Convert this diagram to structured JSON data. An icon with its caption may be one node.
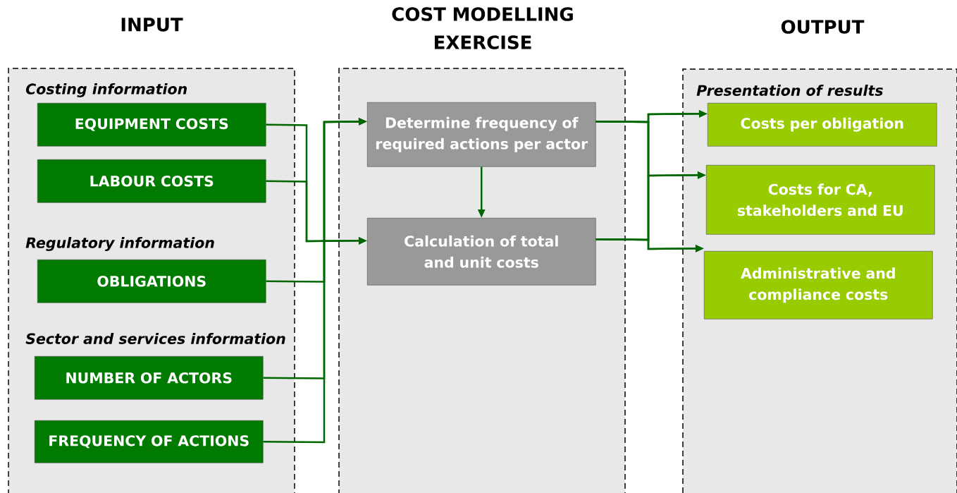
{
  "diagram": {
    "nodes": [
      {
        "text": [
          "INPUT"
        ]
      },
      {
        "text": [
          "EQUIPMENT COSTS"
        ],
        "in": 0
      },
      {
        "text": [
          "LABOUR COSTS"
        ],
        "in": 0
      },
      {
        "text": [
          "OBLIGATIONS"
        ],
        "in": 0
      },
      {
        "text": [
          "NUMBER OF ACTORS"
        ],
        "in": 0
      },
      {
        "text": [
          "FREQUENCY OF ACTIONS"
        ],
        "in": 0
      },
      {
        "text": [
          "COST MODELLING EXERCISE"
        ]
      },
      {
        "text": [
          "Determine frequency of required actions per actor"
        ],
        "in": 6
      },
      {
        "text": [
          "Calculation of total and unit costs"
        ],
        "in": 6
      },
      {
        "text": [
          "OUTPUT"
        ]
      },
      {
        "text": [
          "Costs per obligation"
        ],
        "in": 9
      },
      {
        "text": [
          "Costs for CA, stakeholders and EU"
        ],
        "in": 9
      },
      {
        "text": [
          "Administrative and compliance costs"
        ],
        "in": 9
      }
    ],
    "edges": [
      {
        "from": 1,
        "to": 8,
        "arrow": "to"
      },
      {
        "from": 2,
        "to": 8,
        "arrow": "to"
      },
      {
        "from": 3,
        "to": 7,
        "arrow": "to"
      },
      {
        "from": 4,
        "to": 7,
        "arrow": "to"
      },
      {
        "from": 5,
        "to": 7,
        "arrow": "to"
      },
      {
        "from": 7,
        "to": 8,
        "arrow": "to"
      },
      {
        "from": 7,
        "to": 10,
        "arrow": "to"
      },
      {
        "from": 7,
        "to": 11,
        "arrow": "to"
      },
      {
        "from": 7,
        "to": 12,
        "arrow": "to"
      },
      {
        "from": 8,
        "to": 10,
        "arrow": "to"
      },
      {
        "from": 8,
        "to": 11,
        "arrow": "to"
      },
      {
        "from": 8,
        "to": 12,
        "arrow": "to"
      }
    ],
    "labels": [
      "Costing information",
      "Regulatory information",
      "Sector and services information",
      "Presentation of results"
    ]
  }
}
